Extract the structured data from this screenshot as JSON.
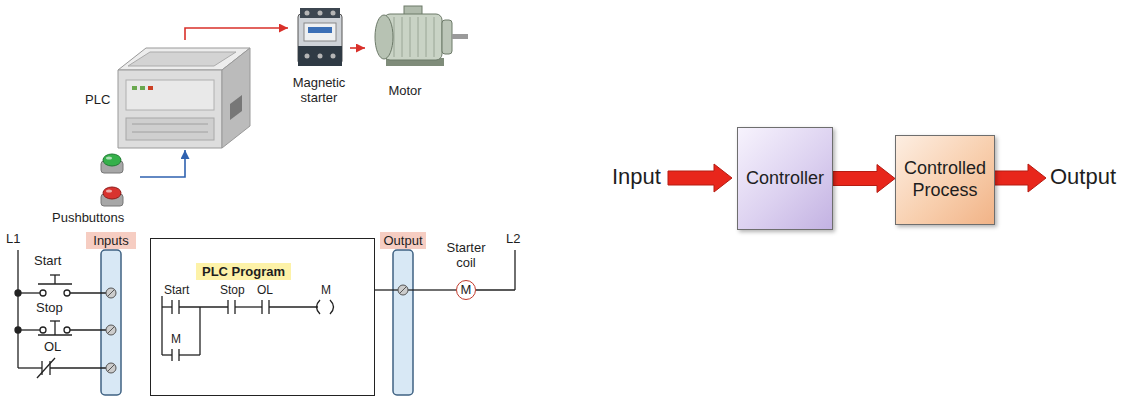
{
  "diagram": {
    "nodes": [
      {
        "text": [
          "PLC"
        ]
      },
      {
        "text": [
          "Magnetic starter"
        ]
      },
      {
        "text": [
          "Motor"
        ]
      },
      {
        "text": [
          "Pushbuttons"
        ]
      },
      {
        "text": [
          "Inputs"
        ]
      },
      {
        "text": [
          "PLC Program"
        ]
      },
      {
        "text": [
          "Output"
        ]
      },
      {
        "text": [
          "Starter coil",
          "M"
        ]
      },
      {
        "text": [
          "Controller"
        ]
      },
      {
        "text": [
          "Controlled Process"
        ]
      }
    ],
    "edges": [
      {
        "from": 0,
        "to": 1,
        "arrow": "to"
      },
      {
        "from": 1,
        "to": 2,
        "arrow": "to"
      },
      {
        "from": 3,
        "to": 0,
        "arrow": "to"
      },
      {
        "from": 5,
        "to": 6,
        "arrow": "none"
      },
      {
        "from": 6,
        "to": 7,
        "arrow": "none"
      },
      {
        "from": 8,
        "to": 9,
        "arrow": "to"
      }
    ],
    "labels": [
      "L1",
      "Start",
      "Stop",
      "OL",
      "Start",
      "Stop",
      "OL",
      "M",
      "M",
      "L2",
      "Input",
      "Output"
    ]
  }
}
